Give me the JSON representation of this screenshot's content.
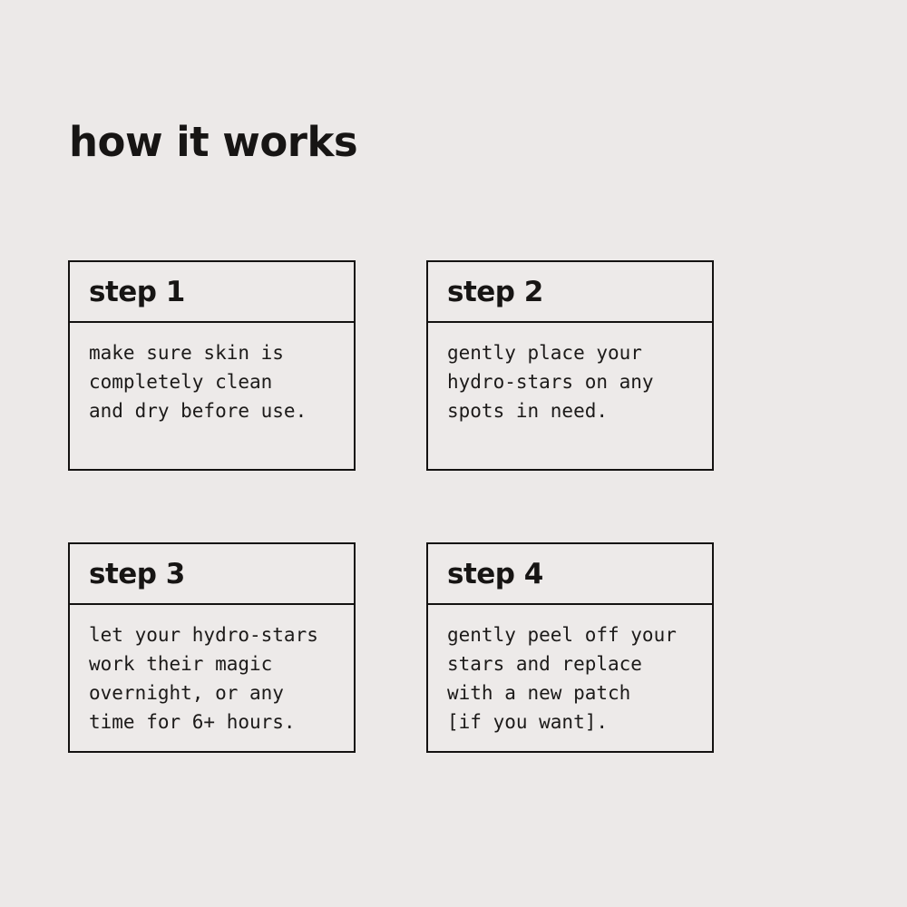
{
  "page": {
    "title": "how it works",
    "background_color": "#ece9e8",
    "text_color": "#171514",
    "border_color": "#141211"
  },
  "steps": [
    {
      "label": "step 1",
      "description": "make sure skin is\ncompletely clean\nand dry before use."
    },
    {
      "label": "step 2",
      "description": "gently place your\nhydro-stars on any\nspots in need."
    },
    {
      "label": "step 3",
      "description": "let your hydro-stars\nwork their magic\novernight, or any\ntime for 6+ hours."
    },
    {
      "label": "step 4",
      "description": "gently peel off your\nstars and replace\nwith a new patch\n[if you want]."
    }
  ]
}
